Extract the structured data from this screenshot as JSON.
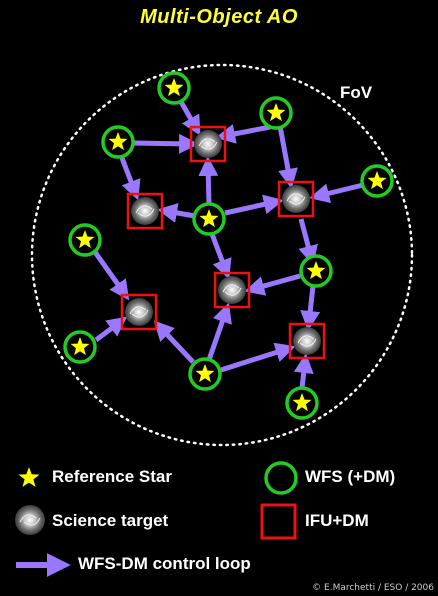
{
  "title": "Multi-Object AO",
  "fov_label": "FoV",
  "legend": {
    "reference_star": "Reference Star",
    "wfs": "WFS (+DM)",
    "science_target": "Science target",
    "ifu": "IFU+DM",
    "control_loop": "WFS-DM control loop"
  },
  "credit": "© E.Marchetti / ESO / 2006",
  "colors": {
    "background": "#000000",
    "star": "#ffff00",
    "wfs_ring": "#22cc22",
    "ifu_box": "#ee1111",
    "arrow": "#9977ff",
    "title": "#ffff33"
  }
}
